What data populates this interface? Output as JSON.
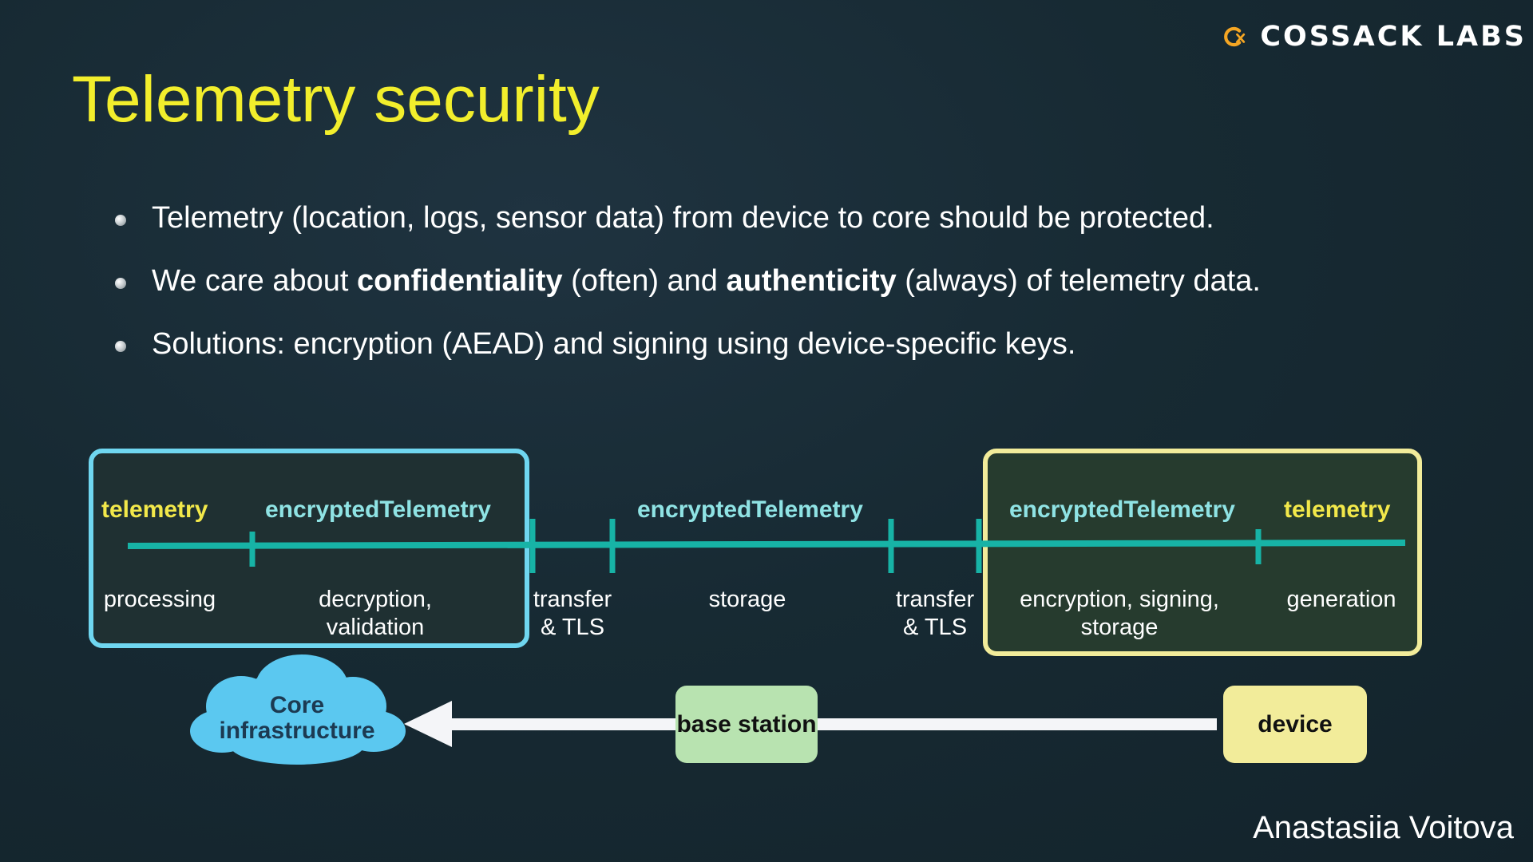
{
  "logo": {
    "text": "COSSACK LABS",
    "icon": "cossack-labs-logo-icon",
    "accent_color": "#f5a623"
  },
  "title": "Telemetry security",
  "bullets": [
    {
      "parts": [
        {
          "text": "Telemetry (location, logs, sensor data) from device to core should be protected.",
          "bold": false
        }
      ]
    },
    {
      "parts": [
        {
          "text": "We care about ",
          "bold": false
        },
        {
          "text": "confidentiality",
          "bold": true
        },
        {
          "text": " (often) and ",
          "bold": false
        },
        {
          "text": "authenticity",
          "bold": true
        },
        {
          "text": " (always) of telemetry data.",
          "bold": false
        }
      ]
    },
    {
      "parts": [
        {
          "text": "Solutions: encryption (AEAD) and signing using device-specific keys.",
          "bold": false
        }
      ]
    }
  ],
  "diagram": {
    "core_box_color": "#6fd6f0",
    "device_box_color": "#f2ec9a",
    "line_color": "#17b3a6",
    "top_labels": {
      "core_telemetry": "telemetry",
      "core_encrypted": "encryptedTelemetry",
      "middle_encrypted": "encryptedTelemetry",
      "device_encrypted": "encryptedTelemetry",
      "device_telemetry": "telemetry"
    },
    "stages": {
      "processing": "processing",
      "decryption_line1": "decryption,",
      "decryption_line2": "validation",
      "transfer1_line1": "transfer",
      "transfer1_line2": "& TLS",
      "storage": "storage",
      "transfer2_line1": "transfer",
      "transfer2_line2": "& TLS",
      "encryption_line1": "encryption, signing,",
      "encryption_line2": "storage",
      "generation": "generation"
    },
    "nodes": {
      "core_line1": "Core",
      "core_line2": "infrastructure",
      "base_station": "base station",
      "device": "device"
    },
    "colors": {
      "cloud": "#5bc8f0",
      "cloud_text": "#1c3a52",
      "base_station": "#b8e3b0",
      "device": "#f2ec9a",
      "arrow": "#f4f5f8"
    }
  },
  "author": "Anastasiia Voitova"
}
